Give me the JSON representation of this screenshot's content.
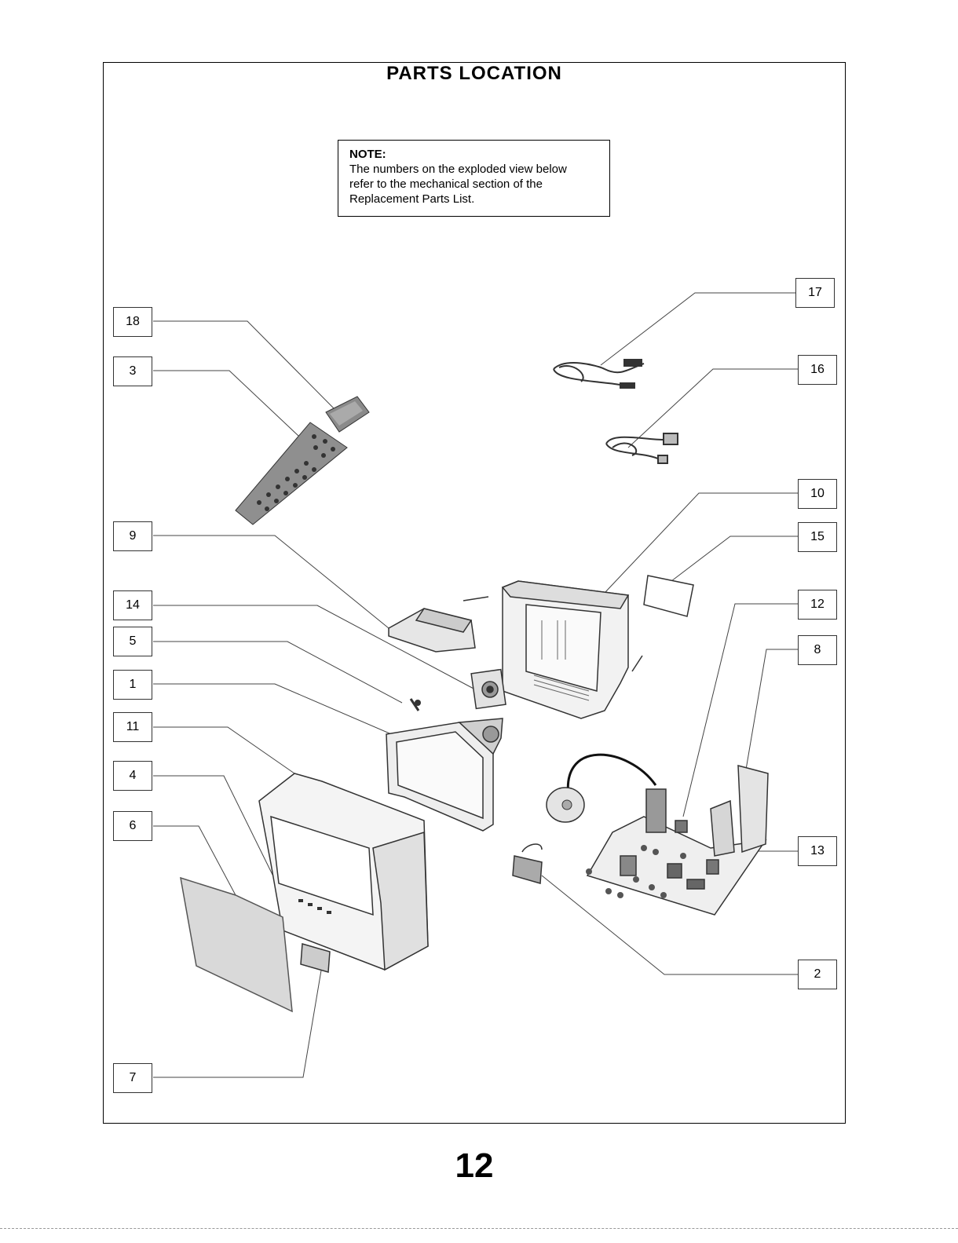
{
  "page": {
    "title": "PARTS LOCATION",
    "page_number": "12"
  },
  "note": {
    "heading": "NOTE:",
    "line1": "The numbers on the exploded view below",
    "line2": "refer to the mechanical section of the",
    "line3": "Replacement Parts List."
  },
  "callouts": {
    "c1": "1",
    "c2": "2",
    "c3": "3",
    "c4": "4",
    "c5": "5",
    "c6": "6",
    "c7": "7",
    "c8": "8",
    "c9": "9",
    "c10": "10",
    "c11": "11",
    "c12": "12",
    "c13": "13",
    "c14": "14",
    "c15": "15",
    "c16": "16",
    "c17": "17",
    "c18": "18"
  }
}
